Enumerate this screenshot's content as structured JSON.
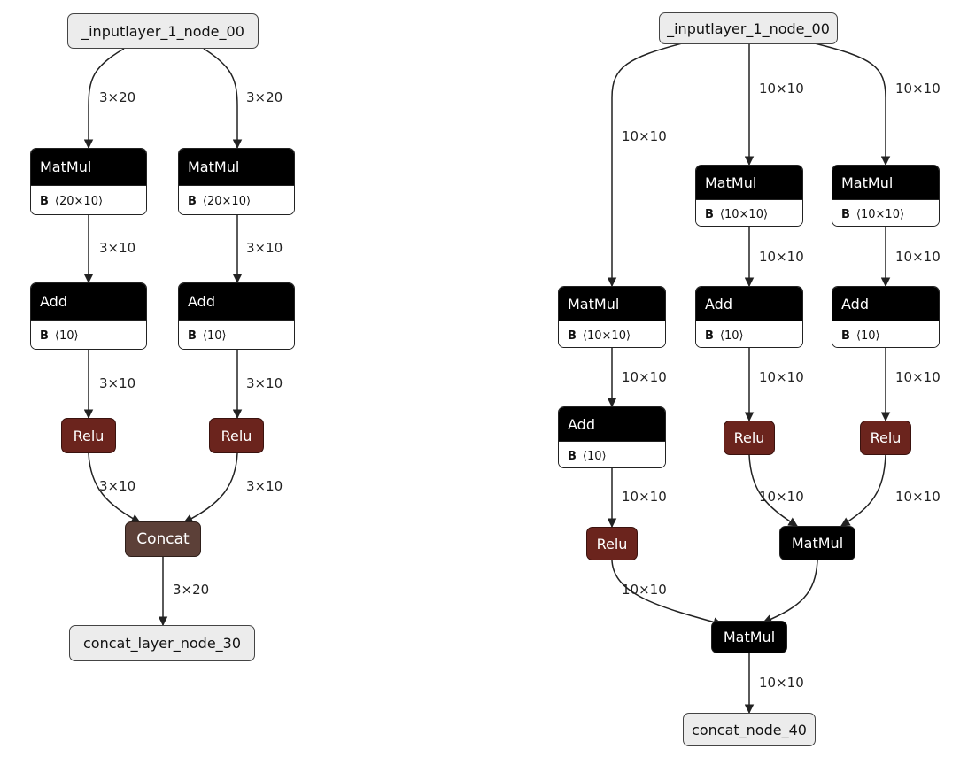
{
  "left_graph": {
    "input": "_inputlayer_1_node_00",
    "matmul_1": {
      "title": "MatMul",
      "param": "B",
      "shape": "⟨20×10⟩"
    },
    "matmul_2": {
      "title": "MatMul",
      "param": "B",
      "shape": "⟨20×10⟩"
    },
    "add_1": {
      "title": "Add",
      "param": "B",
      "shape": "⟨10⟩"
    },
    "add_2": {
      "title": "Add",
      "param": "B",
      "shape": "⟨10⟩"
    },
    "relu_1": "Relu",
    "relu_2": "Relu",
    "concat": "Concat",
    "output": "concat_layer_node_30",
    "edges": {
      "in_to_mm1": "3×20",
      "in_to_mm2": "3×20",
      "mm1_to_add1": "3×10",
      "mm2_to_add2": "3×10",
      "add1_to_relu1": "3×10",
      "add2_to_relu2": "3×10",
      "relu1_to_concat": "3×10",
      "relu2_to_concat": "3×10",
      "concat_to_out": "3×20"
    }
  },
  "right_graph": {
    "input": "_inputlayer_1_node_00",
    "matmul_a": {
      "title": "MatMul",
      "param": "B",
      "shape": "⟨10×10⟩"
    },
    "matmul_b": {
      "title": "MatMul",
      "param": "B",
      "shape": "⟨10×10⟩"
    },
    "matmul_c": {
      "title": "MatMul",
      "param": "B",
      "shape": "⟨10×10⟩"
    },
    "add_a": {
      "title": "Add",
      "param": "B",
      "shape": "⟨10⟩"
    },
    "add_b": {
      "title": "Add",
      "param": "B",
      "shape": "⟨10⟩"
    },
    "add_c": {
      "title": "Add",
      "param": "B",
      "shape": "⟨10⟩"
    },
    "relu_a": "Relu",
    "relu_b": "Relu",
    "relu_c": "Relu",
    "matmul_mid": "MatMul",
    "matmul_final": "MatMul",
    "output": "concat_node_40",
    "edges": {
      "in_to_a": "10×10",
      "in_to_b": "10×10",
      "in_to_c": "10×10",
      "b_to_addb": "10×10",
      "c_to_addc": "10×10",
      "a_to_adda": "10×10",
      "addb_to_relub": "10×10",
      "addc_to_reluc": "10×10",
      "adda_to_relua": "10×10",
      "relub_to_mid": "10×10",
      "reluc_to_mid": "10×10",
      "relua_to_final": "10×10",
      "final_to_out": "10×10"
    }
  }
}
